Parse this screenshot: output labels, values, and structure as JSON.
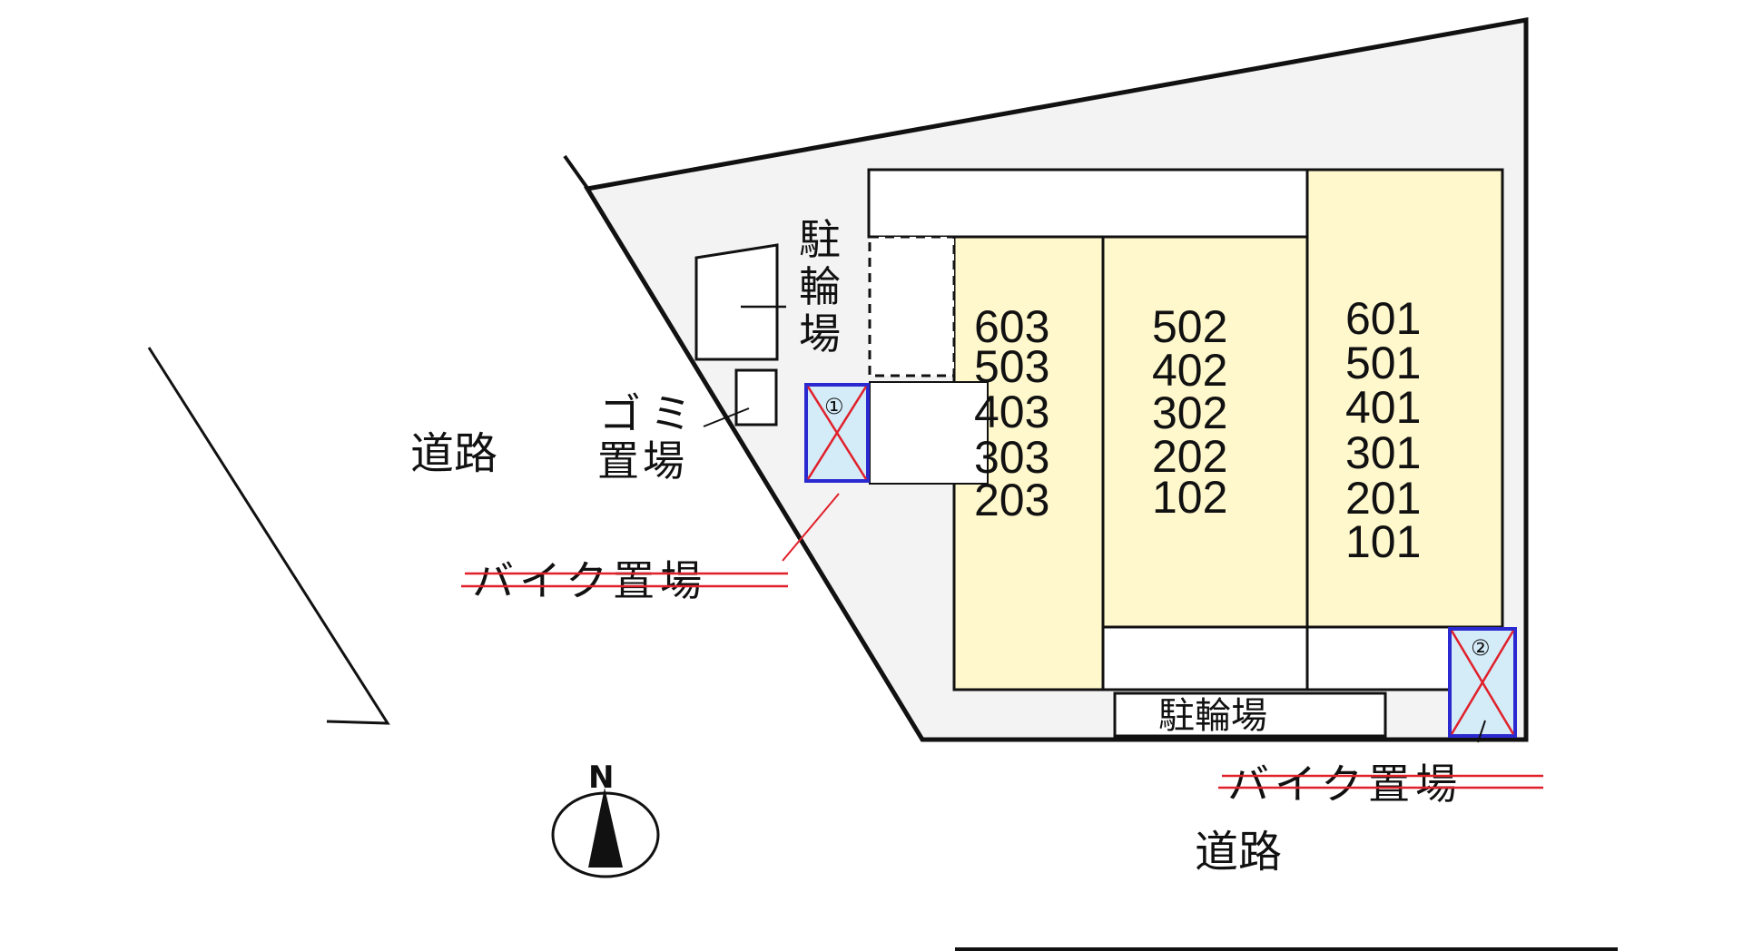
{
  "title": "Site layout plan",
  "colors": {
    "lot_fill": "#f3f3f4",
    "unit_fill": "#fff8cc",
    "bike_spot_fill": "#d4ebf8",
    "bike_spot_border": "#2a2ad0",
    "cross_out": "#e0202a",
    "line": "#111111"
  },
  "labels": {
    "road_west": "道路",
    "road_south": "道路",
    "bicycle_parking_north": [
      "駐",
      "輪",
      "場"
    ],
    "bicycle_parking_south": "駐輪場",
    "garbage_area": [
      "ゴミ",
      "置場"
    ],
    "motorbike_parking_1": "バイク置場",
    "motorbike_parking_2": "バイク置場",
    "spot_1": "①",
    "spot_2": "②",
    "north": "N"
  },
  "unit_columns": [
    {
      "name": "column-03",
      "units": [
        "603",
        "503",
        "403",
        "303",
        "203"
      ]
    },
    {
      "name": "column-02",
      "units": [
        "502",
        "402",
        "302",
        "202",
        "102"
      ]
    },
    {
      "name": "column-01",
      "units": [
        "601",
        "501",
        "401",
        "301",
        "201",
        "101"
      ]
    }
  ],
  "annotations": {
    "motorbike_parking_struck_out": true,
    "motorbike_spots_crossed_out": true
  }
}
